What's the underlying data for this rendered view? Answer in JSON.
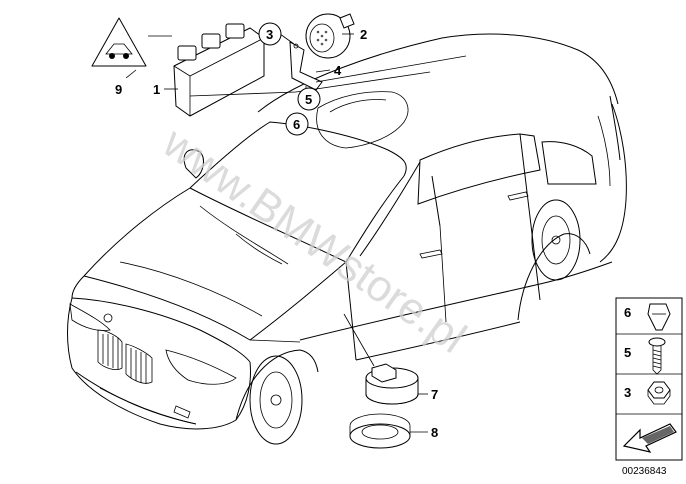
{
  "diagram": {
    "watermark": "www.BMWstore.pl",
    "drawing_number": "00236843",
    "callouts": [
      "1",
      "2",
      "3",
      "4",
      "5",
      "6",
      "7",
      "8",
      "9"
    ],
    "side_panel": [
      {
        "number": "6",
        "icon": "clip-nut-icon"
      },
      {
        "number": "5",
        "icon": "screw-icon"
      },
      {
        "number": "3",
        "icon": "hex-nut-icon"
      }
    ],
    "warning_icon": "car-alarm-warning-icon",
    "direction_icon": "arrow-icon"
  }
}
